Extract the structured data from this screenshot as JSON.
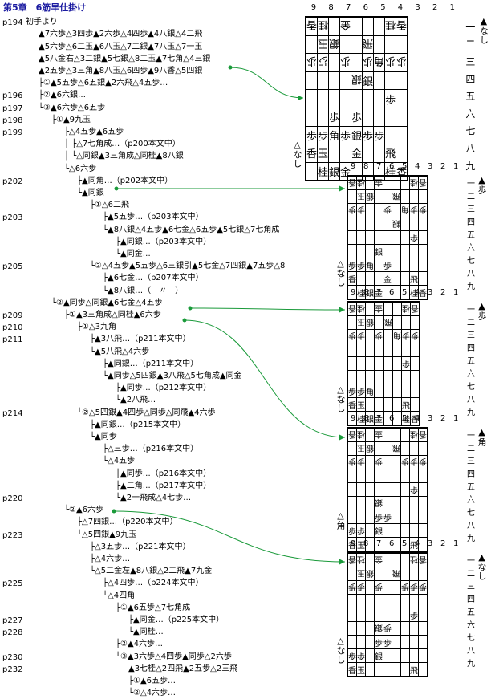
{
  "title": "第5章　6筋早仕掛け",
  "page_refs": [
    {
      "label": "p194",
      "row": 1
    },
    {
      "label": "p196",
      "row": 7
    },
    {
      "label": "p197",
      "row": 8
    },
    {
      "label": "p198",
      "row": 9
    },
    {
      "label": "p199",
      "row": 10
    },
    {
      "label": "p202",
      "row": 14
    },
    {
      "label": "p203",
      "row": 17
    },
    {
      "label": "p205",
      "row": 21
    },
    {
      "label": "p209",
      "row": 25
    },
    {
      "label": "p210",
      "row": 26
    },
    {
      "label": "p211",
      "row": 27
    },
    {
      "label": "p214",
      "row": 33
    },
    {
      "label": "p220",
      "row": 40
    },
    {
      "label": "p223",
      "row": 43
    },
    {
      "label": "p225",
      "row": 47
    },
    {
      "label": "p227",
      "row": 50
    },
    {
      "label": "p228",
      "row": 51
    },
    {
      "label": "p230",
      "row": 53
    },
    {
      "label": "p232",
      "row": 54
    }
  ],
  "tree": [
    {
      "row": 1,
      "indent": 0,
      "text": "初手より"
    },
    {
      "row": 2,
      "indent": 1,
      "text": "▲7六歩△3四歩▲2六歩△4四歩▲4八銀△4二飛"
    },
    {
      "row": 3,
      "indent": 1,
      "text": "▲5六歩△6二玉▲6八玉△7二銀▲7八玉△7一玉"
    },
    {
      "row": 4,
      "indent": 1,
      "text": "▲5八金右△3二銀▲5七銀△8二玉▲7七角△4三銀"
    },
    {
      "row": 5,
      "indent": 1,
      "text": "▲2五歩△3三角▲8八玉△6四歩▲9八香△5四銀"
    },
    {
      "row": 6,
      "indent": 1,
      "text": "├①▲5五歩△6五銀▲2六飛△4五歩…"
    },
    {
      "row": 7,
      "indent": 1,
      "text": "├②▲6六銀…"
    },
    {
      "row": 8,
      "indent": 1,
      "text": "└③▲6六歩△6五歩"
    },
    {
      "row": 9,
      "indent": 2,
      "text": "├①▲9九玉"
    },
    {
      "row": 10,
      "indent": 3,
      "text": "├△4五歩▲6五歩"
    },
    {
      "row": 11,
      "indent": 3,
      "text": "│ ├△7七角成…（p200本文中）"
    },
    {
      "row": 12,
      "indent": 3,
      "text": "│ └△同銀▲3三角成△同桂▲8八銀"
    },
    {
      "row": 13,
      "indent": 3,
      "text": "└△6六歩"
    },
    {
      "row": 14,
      "indent": 4,
      "text": "├▲同角…（p202本文中）"
    },
    {
      "row": 15,
      "indent": 4,
      "text": "└▲同銀"
    },
    {
      "row": 16,
      "indent": 5,
      "text": "├①△6二飛"
    },
    {
      "row": 17,
      "indent": 6,
      "text": "├▲5五歩…（p203本文中）"
    },
    {
      "row": 18,
      "indent": 6,
      "text": "└▲8八銀△4五歩▲6七金△6五歩▲5七銀△7七角成"
    },
    {
      "row": 19,
      "indent": 7,
      "text": "├▲同銀…（p203本文中）"
    },
    {
      "row": 20,
      "indent": 7,
      "text": "└▲同金…"
    },
    {
      "row": 21,
      "indent": 5,
      "text": "└②△4五歩▲5五歩△6三銀引▲5七金△7四銀▲7五歩△8"
    },
    {
      "row": 22,
      "indent": 6,
      "text": "├▲6七金…（p207本文中）"
    },
    {
      "row": 23,
      "indent": 6,
      "text": "└▲8八銀…（　〃　）"
    },
    {
      "row": 24,
      "indent": 2,
      "text": "└②▲同歩△同銀▲6七金△4五歩"
    },
    {
      "row": 25,
      "indent": 3,
      "text": "├①▲3三角成△同桂▲6六歩"
    },
    {
      "row": 26,
      "indent": 4,
      "text": "├①△3九角"
    },
    {
      "row": 27,
      "indent": 5,
      "text": "├▲3八飛…（p211本文中）"
    },
    {
      "row": 28,
      "indent": 5,
      "text": "└▲5八飛△4六歩"
    },
    {
      "row": 29,
      "indent": 6,
      "text": "├▲同銀…（p211本文中）"
    },
    {
      "row": 30,
      "indent": 6,
      "text": "└▲同歩△5四銀▲3八飛△5七角成▲同金"
    },
    {
      "row": 31,
      "indent": 7,
      "text": "├▲同歩…（p212本文中）"
    },
    {
      "row": 32,
      "indent": 7,
      "text": "└▲2八飛…"
    },
    {
      "row": 33,
      "indent": 4,
      "text": "└②△5四銀▲4四歩△同歩△同飛▲4六歩"
    },
    {
      "row": 34,
      "indent": 5,
      "text": "├▲同銀…（p215本文中）"
    },
    {
      "row": 35,
      "indent": 5,
      "text": "└▲同歩"
    },
    {
      "row": 36,
      "indent": 6,
      "text": "├△三歩…（p216本文中）"
    },
    {
      "row": 37,
      "indent": 6,
      "text": "└△4五歩"
    },
    {
      "row": 38,
      "indent": 7,
      "text": "├▲同歩…（p216本文中）"
    },
    {
      "row": 39,
      "indent": 7,
      "text": "├▲二角…（p217本文中）"
    },
    {
      "row": 40,
      "indent": 7,
      "text": "└▲2一飛成△4七歩…"
    },
    {
      "row": 41,
      "indent": 3,
      "text": "└②▲6六歩"
    },
    {
      "row": 42,
      "indent": 4,
      "text": "├△7四銀…（p220本文中）"
    },
    {
      "row": 43,
      "indent": 4,
      "text": "└△5四銀▲9九玉"
    },
    {
      "row": 44,
      "indent": 5,
      "text": "├△3五歩…（p221本文中）"
    },
    {
      "row": 45,
      "indent": 5,
      "text": "├△4六歩…"
    },
    {
      "row": 46,
      "indent": 5,
      "text": "└△5二金左▲8八銀△2二飛▲7九金"
    },
    {
      "row": 47,
      "indent": 6,
      "text": "├△4四歩…（p224本文中）"
    },
    {
      "row": 48,
      "indent": 6,
      "text": "└△4四角"
    },
    {
      "row": 49,
      "indent": 7,
      "text": "├①▲6五歩△7七角成"
    },
    {
      "row": 50,
      "indent": 8,
      "text": "├▲同金…（p225本文中）"
    },
    {
      "row": 51,
      "indent": 8,
      "text": "└▲同桂…"
    },
    {
      "row": 52,
      "indent": 7,
      "text": "├②▲4六歩…"
    },
    {
      "row": 53,
      "indent": 7,
      "text": "└③▲3六歩△4四歩▲同歩△2六歩"
    },
    {
      "row": 54,
      "indent": 8,
      "text": "▲3七桂△2四飛▲2五歩△2三飛"
    },
    {
      "row": 55,
      "indent": 8,
      "text": "├①▲6五歩…"
    },
    {
      "row": 56,
      "indent": 8,
      "text": "└②△4六歩…"
    }
  ],
  "columns": [
    "9",
    "8",
    "7",
    "6",
    "5",
    "4",
    "3",
    "2",
    "1"
  ],
  "rows": [
    "一",
    "二",
    "三",
    "四",
    "五",
    "六",
    "七",
    "八",
    "九"
  ],
  "boards": [
    {
      "id": "b1",
      "gote_hand": "▲なし",
      "sente_hand": "△なし",
      "cells": [
        [
          "v香",
          "v桂",
          "",
          "v金",
          "",
          "",
          "",
          "v桂",
          "v香"
        ],
        [
          "",
          "v玉",
          "v銀",
          "",
          "",
          "v飛",
          "",
          "",
          ""
        ],
        [
          "v歩",
          "v歩",
          "",
          "v歩",
          "",
          "v歩",
          "v角",
          "v歩",
          "v歩"
        ],
        [
          "",
          "",
          "",
          "",
          "v銀",
          "銀",
          "",
          "",
          ""
        ],
        [
          "",
          "",
          "",
          "",
          "",
          "",
          "",
          "歩",
          ""
        ],
        [
          "",
          "",
          "歩",
          "",
          "歩",
          "",
          "",
          "",
          ""
        ],
        [
          "歩",
          "歩",
          "角",
          "歩",
          "銀",
          "歩",
          "歩",
          "",
          ""
        ],
        [
          "香",
          "玉",
          "",
          "",
          "金",
          "",
          "",
          "飛",
          ""
        ],
        [
          "",
          "桂",
          "銀",
          "金",
          "",
          "",
          "",
          "桂",
          "香"
        ]
      ]
    },
    {
      "id": "b2",
      "gote_hand": "▲歩",
      "sente_hand": "△なし",
      "cells": [
        [
          "v香",
          "v桂",
          "",
          "v金",
          "",
          "",
          "",
          "v桂",
          "v香"
        ],
        [
          "",
          "v玉",
          "v銀",
          "",
          "",
          "v飛",
          "",
          "",
          ""
        ],
        [
          "v歩",
          "v歩",
          "",
          "",
          "v歩",
          "",
          "v角",
          "v歩",
          "v歩"
        ],
        [
          "",
          "",
          "",
          "",
          "",
          "v銀",
          "",
          "",
          ""
        ],
        [
          "",
          "",
          "",
          "",
          "",
          "",
          "",
          "歩",
          ""
        ],
        [
          "",
          "",
          "",
          "銀",
          "",
          "",
          "",
          "",
          ""
        ],
        [
          "歩",
          "歩",
          "角",
          "",
          "歩",
          "",
          "",
          "",
          ""
        ],
        [
          "香",
          "",
          "",
          "",
          "金",
          "",
          "",
          "飛",
          ""
        ],
        [
          "",
          "桂",
          "銀",
          "金",
          "",
          "",
          "",
          "桂",
          "香"
        ]
      ]
    },
    {
      "id": "b3",
      "gote_hand": "▲歩",
      "sente_hand": "△なし",
      "cells": [
        [
          "v香",
          "v桂",
          "",
          "v金",
          "",
          "",
          "",
          "v桂",
          "v香"
        ],
        [
          "",
          "v玉",
          "v銀",
          "",
          "",
          "v飛",
          "",
          "",
          ""
        ],
        [
          "v歩",
          "v歩",
          "",
          "v歩",
          "",
          "",
          "v角",
          "v歩",
          "v歩"
        ],
        [
          "",
          "",
          "",
          "",
          "",
          "",
          "",
          "",
          ""
        ],
        [
          "",
          "",
          "",
          "",
          "",
          "",
          "",
          "歩",
          ""
        ],
        [
          "",
          "",
          "",
          "",
          "",
          "",
          "",
          "",
          ""
        ],
        [
          "歩",
          "歩",
          "角",
          "",
          "",
          "",
          "",
          "",
          ""
        ],
        [
          "香",
          "玉",
          "",
          "",
          "",
          "",
          "",
          "飛",
          ""
        ],
        [
          "",
          "桂",
          "銀",
          "金",
          "",
          "",
          "",
          "桂",
          "香"
        ]
      ]
    },
    {
      "id": "b4",
      "gote_hand": "▲角",
      "sente_hand": "△角",
      "cells": [
        [
          "v香",
          "v桂",
          "",
          "v金",
          "",
          "",
          "",
          "v桂",
          "v香"
        ],
        [
          "",
          "v玉",
          "v銀",
          "",
          "",
          "v飛",
          "",
          "",
          ""
        ],
        [
          "v歩",
          "v歩",
          "",
          "v歩",
          "",
          "",
          "v歩",
          "v歩",
          "v歩"
        ],
        [
          "",
          "",
          "",
          "",
          "",
          "",
          "",
          "",
          ""
        ],
        [
          "",
          "",
          "",
          "",
          "",
          "",
          "",
          "歩",
          ""
        ],
        [
          "",
          "",
          "",
          "v銀",
          "",
          "",
          "",
          "",
          ""
        ],
        [
          "",
          "",
          "",
          "歩",
          "歩",
          "",
          "",
          "",
          ""
        ],
        [
          "歩",
          "歩",
          "",
          "銀",
          "",
          "",
          "",
          "",
          ""
        ],
        [
          "香",
          "玉",
          "",
          "",
          "",
          "",
          "",
          "飛",
          ""
        ]
      ]
    },
    {
      "id": "b5",
      "gote_hand": "▲なし",
      "sente_hand": "△なし",
      "cells": [
        [
          "v香",
          "v桂",
          "",
          "v金",
          "",
          "",
          "",
          "v桂",
          "v香"
        ],
        [
          "",
          "v玉",
          "v銀",
          "",
          "",
          "v飛",
          "",
          "",
          ""
        ],
        [
          "v歩",
          "v歩",
          "",
          "v歩",
          "",
          "",
          "v歩",
          "v歩",
          "v歩"
        ],
        [
          "",
          "",
          "",
          "",
          "",
          "",
          "",
          "",
          ""
        ],
        [
          "",
          "",
          "",
          "",
          "",
          "",
          "",
          "歩",
          ""
        ],
        [
          "",
          "",
          "",
          "v銀",
          "v歩",
          "",
          "",
          "",
          ""
        ],
        [
          "",
          "",
          "",
          "歩",
          "歩",
          "",
          "",
          "",
          ""
        ],
        [
          "歩",
          "歩",
          "",
          "銀",
          "",
          "",
          "",
          "",
          ""
        ],
        [
          "香",
          "玉",
          "",
          "",
          "",
          "",
          "",
          "飛",
          ""
        ]
      ]
    }
  ]
}
